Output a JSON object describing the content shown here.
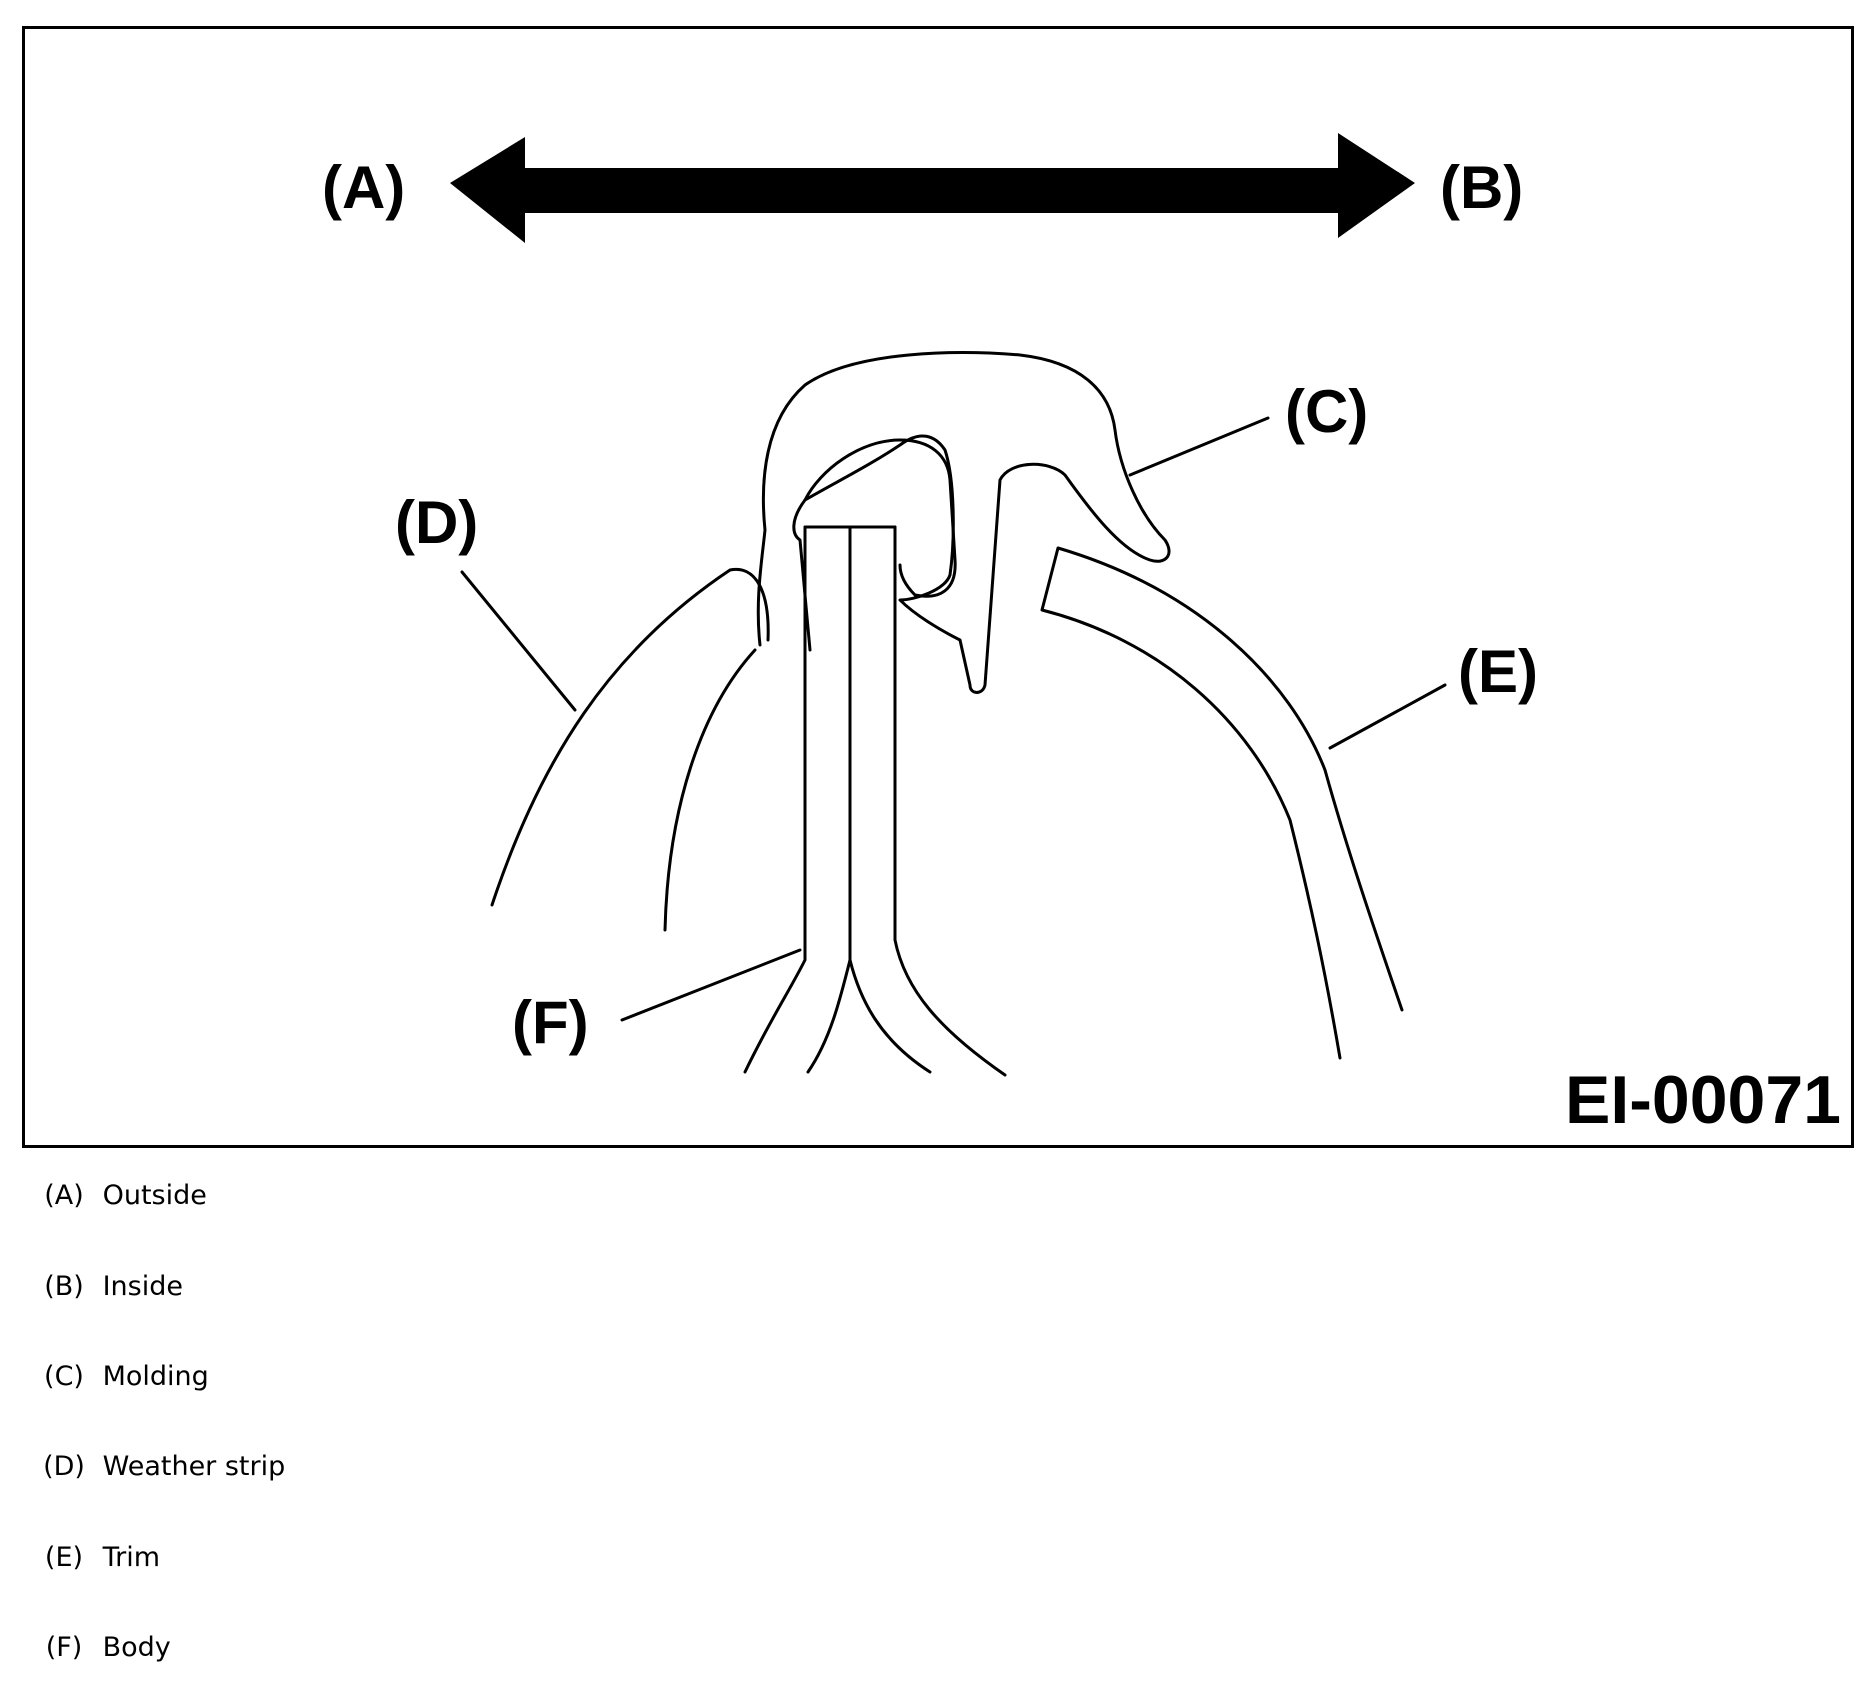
{
  "figure": {
    "id": "EI-00071",
    "callouts": {
      "A": "(A)",
      "B": "(B)",
      "C": "(C)",
      "D": "(D)",
      "E": "(E)",
      "F": "(F)"
    }
  },
  "legend": [
    {
      "key": "(A)",
      "label": "Outside"
    },
    {
      "key": "(B)",
      "label": "Inside"
    },
    {
      "key": "(C)",
      "label": "Molding"
    },
    {
      "key": "(D)",
      "label": "Weather strip"
    },
    {
      "key": "(E)",
      "label": "Trim"
    },
    {
      "key": "(F)",
      "label": "Body"
    }
  ]
}
